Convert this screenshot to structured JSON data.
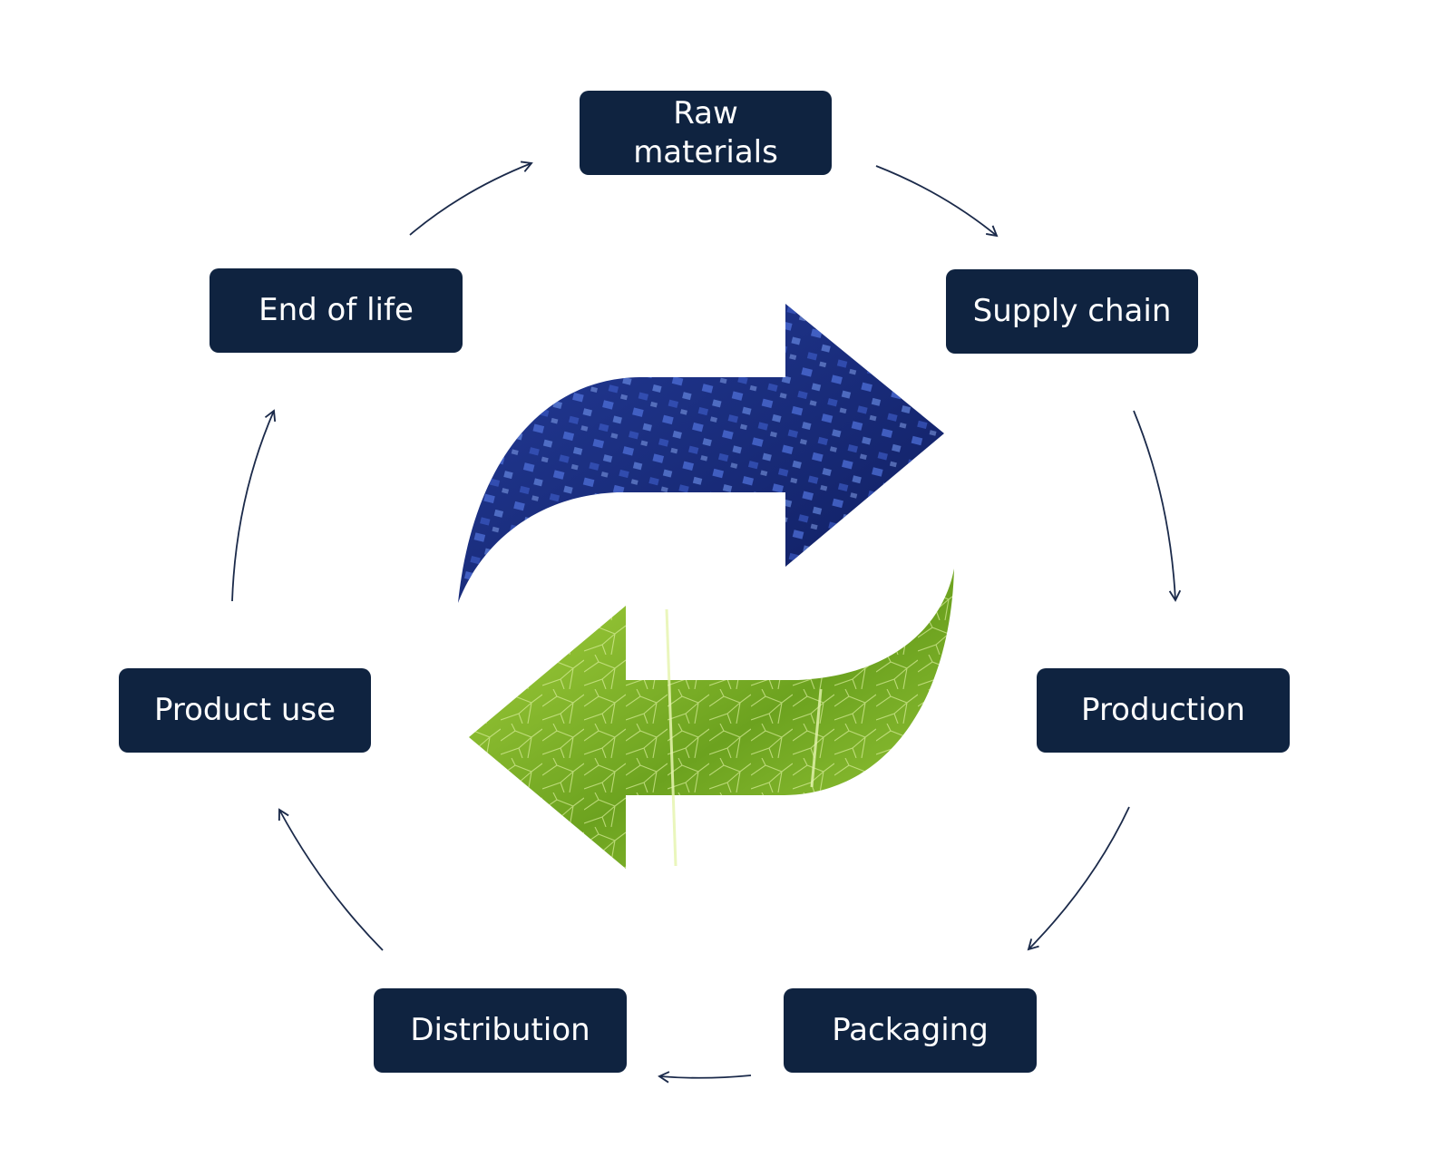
{
  "diagram": {
    "stages": [
      {
        "id": "raw-materials",
        "label": "Raw\nmaterials"
      },
      {
        "id": "supply-chain",
        "label": "Supply chain"
      },
      {
        "id": "production",
        "label": "Production"
      },
      {
        "id": "packaging",
        "label": "Packaging"
      },
      {
        "id": "distribution",
        "label": "Distribution"
      },
      {
        "id": "product-use",
        "label": "Product use"
      },
      {
        "id": "end-of-life",
        "label": "End of life"
      }
    ],
    "flow": "clockwise",
    "center_icon": "recycle-arrows-icon",
    "colors": {
      "node_fill": "#0f2340",
      "node_text": "#ffffff",
      "connector": "#1b2a4a",
      "top_arrow": "#1a2f7a",
      "bottom_arrow": "#7fb32a"
    }
  }
}
